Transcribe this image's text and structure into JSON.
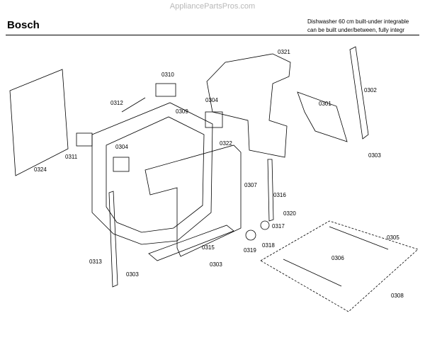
{
  "watermark": "AppliancePartsPros.com",
  "header": {
    "brand": "Bosch",
    "description_line1": "Dishwasher 60 cm built-under integrable",
    "description_line2": "can be built under/between, fully integr"
  },
  "parts": [
    "0321",
    "0310",
    "0312",
    "0309",
    "0304",
    "0302",
    "0301",
    "0303",
    "0324",
    "0311",
    "0304",
    "0322",
    "0307",
    "0316",
    "0320",
    "0317",
    "0305",
    "0319",
    "0318",
    "0315",
    "0306",
    "0313",
    "0303",
    "0303",
    "0308"
  ]
}
